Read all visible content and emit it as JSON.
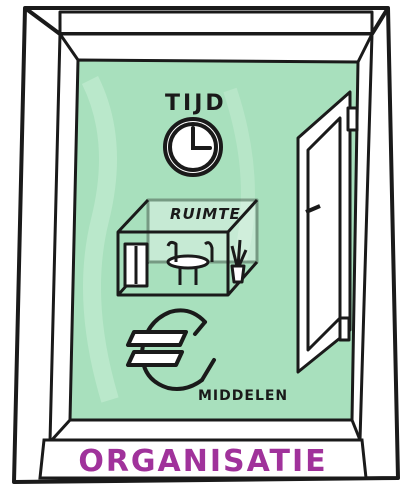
{
  "illustration": {
    "labels": {
      "time": "TIJD",
      "space": "RUIMTE",
      "means": "MIDDELEN",
      "caption": "ORGANISATIE"
    },
    "icons": [
      "clock-icon",
      "room-icon",
      "euro-icon",
      "door-icon"
    ],
    "colors": {
      "background_green": "#a8e0bd",
      "caption_purple": "#a0329b",
      "ink": "#1a1a1a",
      "frame": "#ffffff"
    }
  }
}
